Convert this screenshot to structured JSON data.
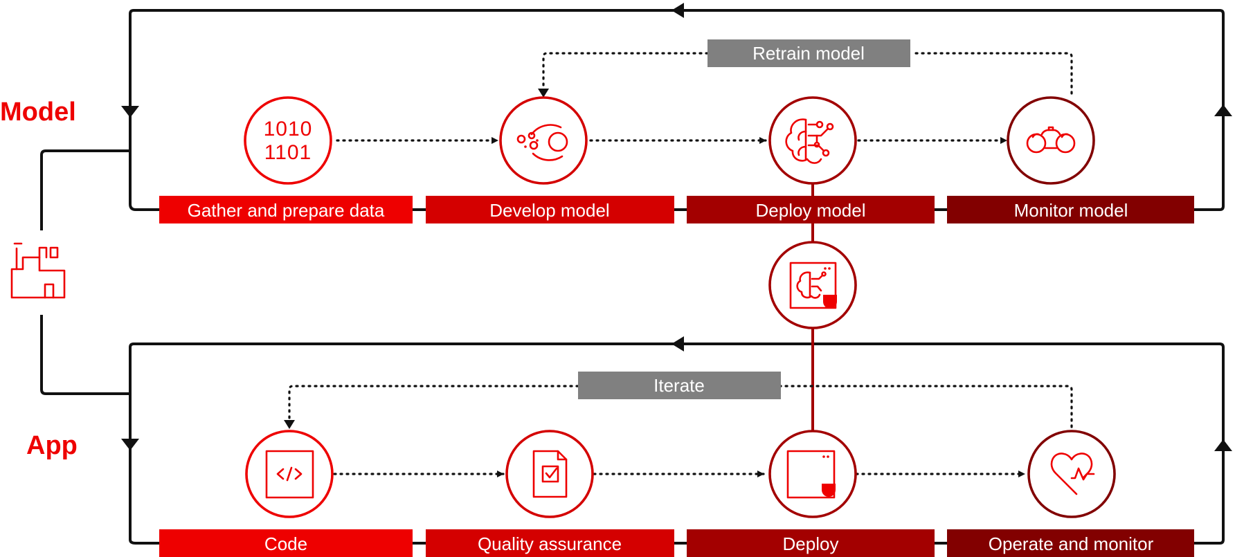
{
  "tracks": {
    "model": {
      "title": "Model",
      "loop_label": "Retrain model",
      "stages": [
        {
          "label": "Gather and prepare data",
          "color": "#ee0000",
          "icon": "binary-data-icon"
        },
        {
          "label": "Develop model",
          "color": "#d40000",
          "icon": "bubbles-develop-icon"
        },
        {
          "label": "Deploy model",
          "color": "#a30000",
          "icon": "brain-network-icon"
        },
        {
          "label": "Monitor model",
          "color": "#820000",
          "icon": "binoculars-icon"
        }
      ]
    },
    "app": {
      "title": "App",
      "loop_label": "Iterate",
      "stages": [
        {
          "label": "Code",
          "color": "#ee0000",
          "icon": "code-window-icon"
        },
        {
          "label": "Quality assurance",
          "color": "#d40000",
          "icon": "checklist-document-icon"
        },
        {
          "label": "Deploy",
          "color": "#a30000",
          "icon": "container-deploy-icon"
        },
        {
          "label": "Operate and monitor",
          "color": "#820000",
          "icon": "heart-pulse-icon"
        }
      ]
    }
  },
  "connector_icon": "model-container-icon",
  "factory_icon": "factory-icon",
  "colors": {
    "accent": "#ee0000",
    "loop_label_bg": "#808080",
    "flow_line": "#111111",
    "connector_line": "#a30000"
  }
}
